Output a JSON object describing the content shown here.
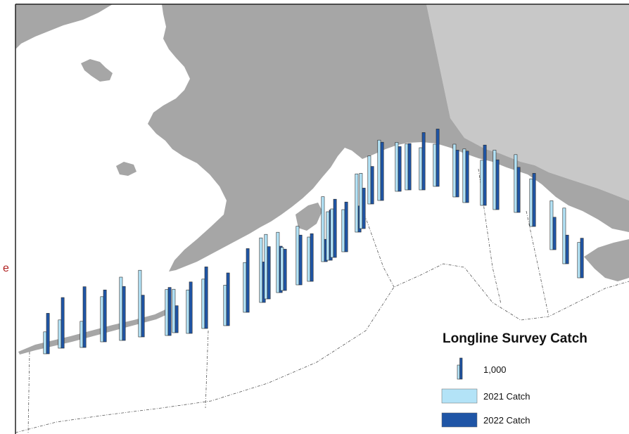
{
  "map": {
    "colors": {
      "land": "#a6a6a6",
      "land_canada": "#c8c8c8",
      "water": "#ffffff",
      "boundary": "#555555",
      "catch_2021": "#b3e3f7",
      "catch_2022": "#1f55a6",
      "bar_outline": "#2a2a2a"
    }
  },
  "legend": {
    "title": "Longline Survey Catch",
    "scale_label": "1,000",
    "items": [
      {
        "label": "2021 Catch",
        "color": "#b3e3f7"
      },
      {
        "label": "2022 Catch",
        "color": "#1f55a6"
      }
    ]
  },
  "edge_mark": "e",
  "stations": [
    {
      "c2021": 0.52,
      "c2022": 0.96
    },
    {
      "c2021": 0.67,
      "c2022": 1.2
    },
    {
      "c2021": 0.62,
      "c2022": 1.44
    },
    {
      "c2021": 1.07,
      "c2022": 1.23
    },
    {
      "c2021": 1.5,
      "c2022": 1.28
    },
    {
      "c2021": 1.58,
      "c2022": 0.99
    },
    {
      "c2021": 1.09,
      "c2022": 1.14
    },
    {
      "c2021": 1.03,
      "c2022": 0.64
    },
    {
      "c2021": 1.03,
      "c2022": 1.22
    },
    {
      "c2021": 1.17,
      "c2022": 1.46
    },
    {
      "c2021": 0.96,
      "c2022": 1.25
    },
    {
      "c2021": 1.18,
      "c2022": 1.51
    },
    {
      "c2021": 1.53,
      "c2022": 0.96
    },
    {
      "c2021": 1.53,
      "c2022": 1.24
    },
    {
      "c2021": 1.43,
      "c2022": 1.1
    },
    {
      "c2021": 1.02,
      "c2022": 0.98
    },
    {
      "c2021": 1.39,
      "c2022": 1.18
    },
    {
      "c2021": 1.05,
      "c2022": 1.13
    },
    {
      "c2021": 1.54,
      "c2022": 0.53
    },
    {
      "c2021": 1.15,
      "c2022": 1.19
    },
    {
      "c2021": 1.15,
      "c2022": 1.38
    },
    {
      "c2021": 1.0,
      "c2022": 1.18
    },
    {
      "c2021": 1.38,
      "c2022": 0.62
    },
    {
      "c2021": 1.31,
      "c2022": 0.96
    },
    {
      "c2021": 1.14,
      "c2022": 0.89
    },
    {
      "c2021": 1.43,
      "c2022": 1.38
    },
    {
      "c2021": 1.16,
      "c2022": 1.06
    },
    {
      "c2021": 1.09,
      "c2022": 1.1
    },
    {
      "c2021": 1.0,
      "c2022": 1.36
    },
    {
      "c2021": 1.0,
      "c2022": 1.36
    },
    {
      "c2021": 1.25,
      "c2022": 1.11
    },
    {
      "c2021": 1.27,
      "c2022": 1.22
    },
    {
      "c2021": 1.07,
      "c2022": 1.43
    },
    {
      "c2021": 1.41,
      "c2022": 1.18
    },
    {
      "c2021": 1.37,
      "c2022": 1.07
    },
    {
      "c2021": 1.13,
      "c2022": 1.26
    },
    {
      "c2021": 1.16,
      "c2022": 0.77
    },
    {
      "c2021": 1.32,
      "c2022": 0.68
    },
    {
      "c2021": 0.84,
      "c2022": 0.94
    }
  ]
}
